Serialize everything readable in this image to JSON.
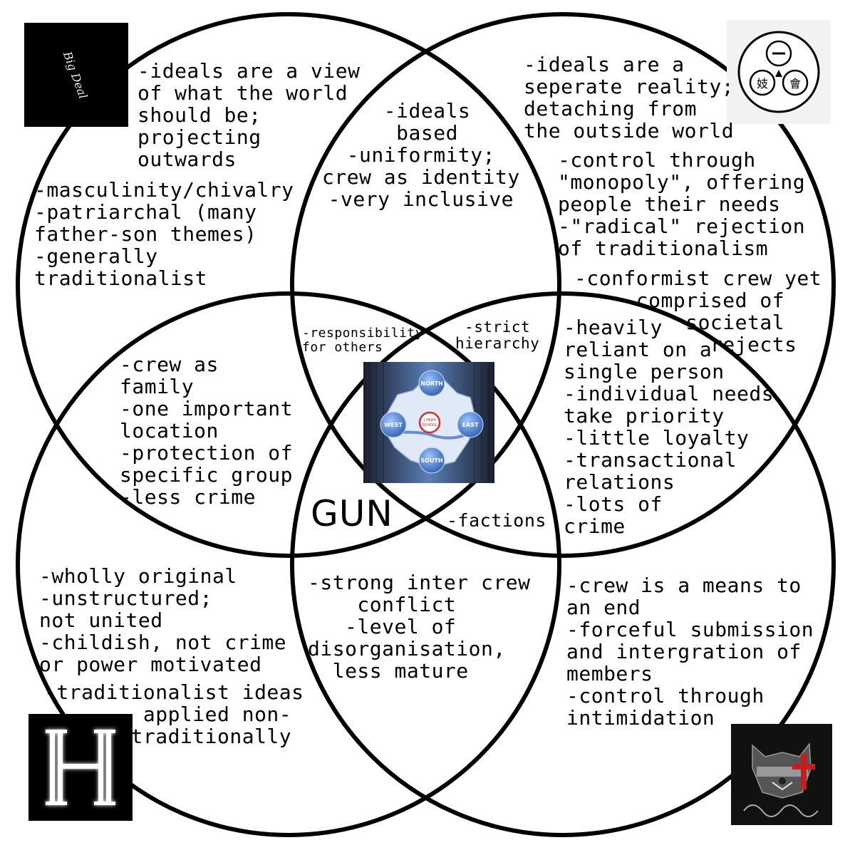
{
  "regions": {
    "top_left": "-ideals are a view\nof what the world\nshould be;\nprojecting\noutwards",
    "left_upper": "-masculinity/chivalry\n-patriarchal (many\nfather-son themes)\n-generally\ntraditionalist",
    "top_center": " -ideals\n based\n-uniformity;\ncrew as identity\n-very inclusive",
    "top_right": "-ideals are a\nseperate reality;\ndetaching from\nthe outside world",
    "right_upper": "-control through\n\"monopoly\", offering\npeople their needs\n-\"radical\" rejection\nof traditionalism",
    "far_right": "-conformist crew yet\n     comprised of\n         societal\n           rejects",
    "mid_left": "-crew as\nfamily\n-one important\nlocation\n-protection of\nspecific group\n-less crime",
    "responsibility": "-responsibility\nfor others",
    "hierarchy": " -strict\nhierarchy",
    "mid_right": "-heavily\nreliant on a\nsingle person\n-individual needs\ntake priority\n-little loyalty\n-transactional\nrelations\n-lots of\ncrime",
    "center_label": "GUN",
    "factions": "-factions",
    "bottom_left": "-wholly original\n-unstructured;\nnot united\n-childish, not crime\nor power motivated",
    "bottom_left2": "-traditionalist ideas\n        applied non-\n       traditionally",
    "bottom_center": "-strong inter crew\n    conflict\n   -level of\ndisorganisation,\n  less mature",
    "bottom_right": "-crew is a means to\nan end\n-forceful submission\nand intergration of\nmembers\n-control through\nintimidation"
  },
  "logos": {
    "top_left": "Big Deal",
    "map_north": "NORTH",
    "map_west": "WEST",
    "map_east": "EAST",
    "map_south": "SOUTH",
    "map_center1": "J HIGH",
    "map_center2": "SCHOOL"
  }
}
